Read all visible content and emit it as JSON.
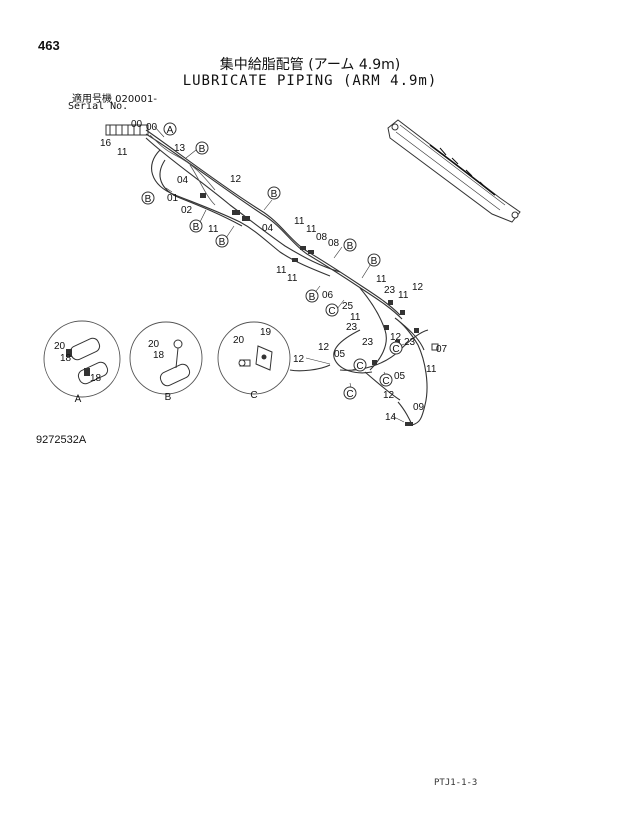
{
  "page_number": "463",
  "title_jp": "集中給脂配管 (アーム 4.9m)",
  "title_en": "LUBRICATE PIPING (ARM 4.9m)",
  "serial_jp": "適用号機  020001-",
  "serial_en": "Serial No.",
  "figure_ref": "9272532A",
  "footer": "PTJ1-1-3",
  "callouts": [
    {
      "t": "00"
    },
    {
      "t": "00"
    },
    {
      "t": "16"
    },
    {
      "t": "11"
    },
    {
      "t": "13"
    },
    {
      "t": "04"
    },
    {
      "t": "12"
    },
    {
      "t": "01"
    },
    {
      "t": "02"
    },
    {
      "t": "11"
    },
    {
      "t": "04"
    },
    {
      "t": "11"
    },
    {
      "t": "11"
    },
    {
      "t": "08"
    },
    {
      "t": "08"
    },
    {
      "t": "11"
    },
    {
      "t": "11"
    },
    {
      "t": "11"
    },
    {
      "t": "23"
    },
    {
      "t": "11"
    },
    {
      "t": "12"
    },
    {
      "t": "06"
    },
    {
      "t": "25"
    },
    {
      "t": "11"
    },
    {
      "t": "23"
    },
    {
      "t": "12"
    },
    {
      "t": "23"
    },
    {
      "t": "23"
    },
    {
      "t": "12"
    },
    {
      "t": "05"
    },
    {
      "t": "12"
    },
    {
      "t": "05"
    },
    {
      "t": "07"
    },
    {
      "t": "11"
    },
    {
      "t": "12"
    },
    {
      "t": "09"
    },
    {
      "t": "14"
    },
    {
      "t": "20"
    },
    {
      "t": "18"
    },
    {
      "t": "18"
    },
    {
      "t": "20"
    },
    {
      "t": "18"
    },
    {
      "t": "19"
    },
    {
      "t": "20"
    }
  ],
  "circle_labels": [
    "A",
    "B",
    "B",
    "B",
    "B",
    "B",
    "B",
    "B",
    "B",
    "C",
    "C",
    "C",
    "C"
  ],
  "details": [
    {
      "label": "A"
    },
    {
      "label": "B"
    },
    {
      "label": "C"
    }
  ]
}
